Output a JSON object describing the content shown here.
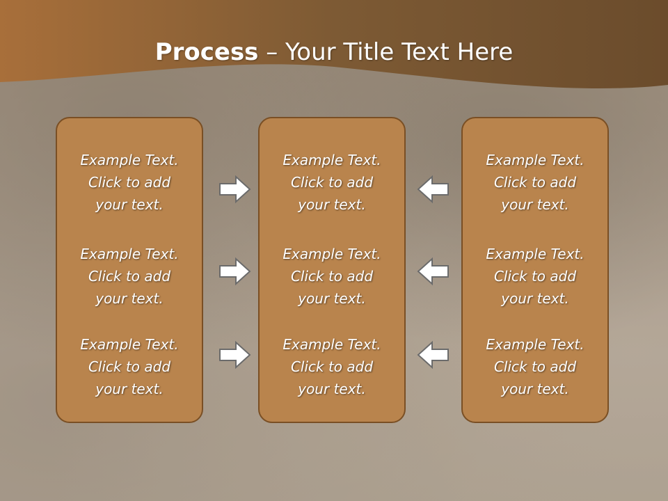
{
  "slide": {
    "title_bold": "Process",
    "title_rest": " – Your Title Text Here",
    "colors": {
      "header": "#7a5a35",
      "box_fill": "#b9844d",
      "box_border": "#7a4f24",
      "arrow_fill": "#ffffff",
      "arrow_stroke": "#6b6b6b"
    }
  },
  "columns": [
    {
      "items": [
        "Example Text.\nClick  to add\nyour text.",
        "Example Text.\nClick  to add\nyour text.",
        "Example Text.\nClick  to add\nyour text."
      ]
    },
    {
      "items": [
        "Example Text.\nClick  to add\nyour text.",
        "Example Text.\nClick  to add\nyour text.",
        "Example Text.\nClick  to add\nyour text."
      ]
    },
    {
      "items": [
        "Example Text.\nClick  to add\nyour text.",
        "Example Text.\nClick  to add\nyour text.",
        "Example Text.\nClick  to add\nyour text."
      ]
    }
  ],
  "arrows": {
    "left_group_direction": "right",
    "right_group_direction": "left",
    "icon": "arrow-icon"
  }
}
